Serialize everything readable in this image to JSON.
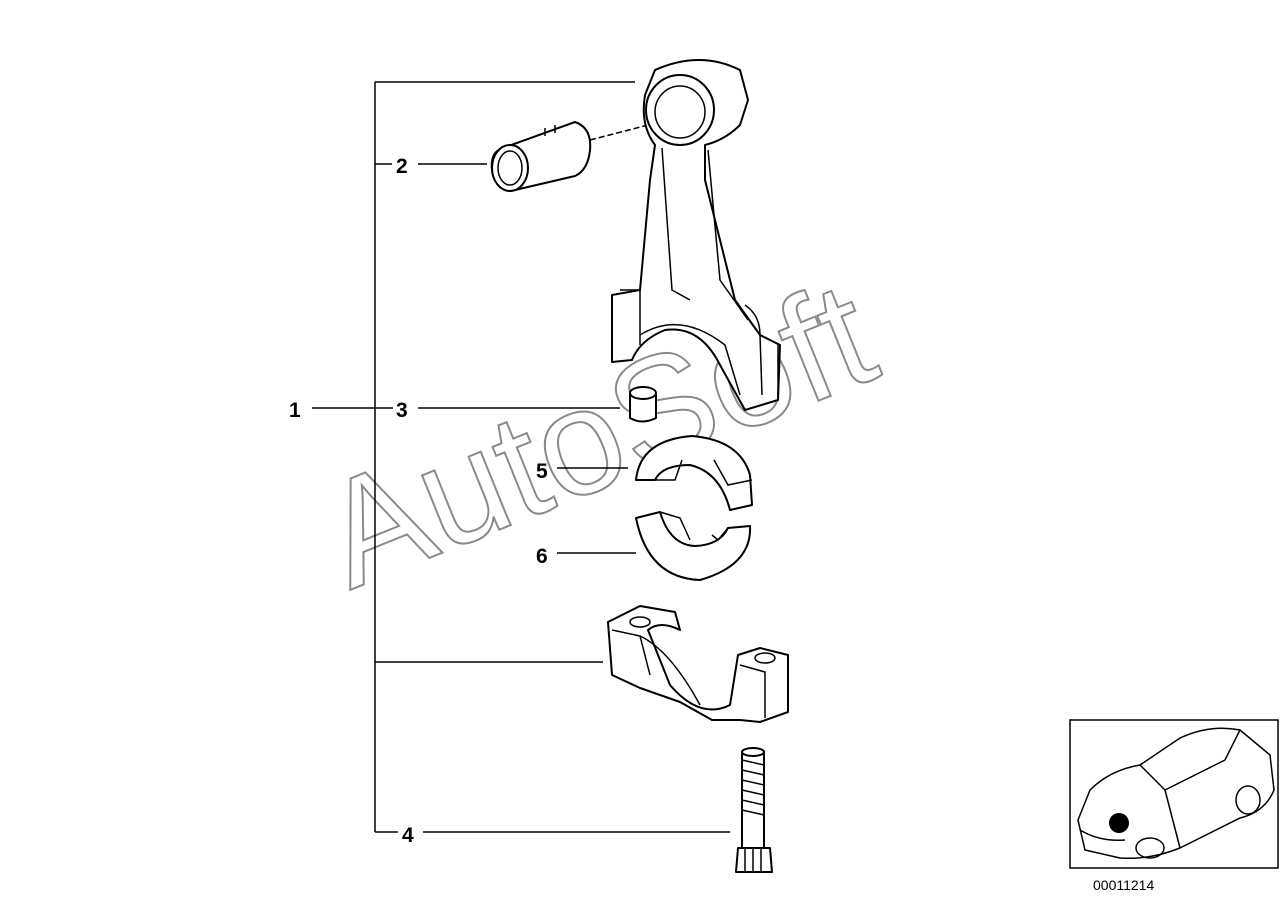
{
  "callouts": {
    "c1": "1",
    "c2": "2",
    "c3": "3",
    "c4": "4",
    "c5": "5",
    "c6": "6"
  },
  "watermark": "AutoSoft",
  "diagram_number": "00011214",
  "parts": [
    {
      "ref": "1",
      "name": "connecting-rod"
    },
    {
      "ref": "2",
      "name": "bushing"
    },
    {
      "ref": "3",
      "name": "sleeve"
    },
    {
      "ref": "4",
      "name": "bolt"
    },
    {
      "ref": "5",
      "name": "upper-bearing-shell"
    },
    {
      "ref": "6",
      "name": "lower-bearing-shell"
    }
  ],
  "colors": {
    "line": "#000000",
    "watermark": "#8a8a8a",
    "background": "#ffffff"
  }
}
